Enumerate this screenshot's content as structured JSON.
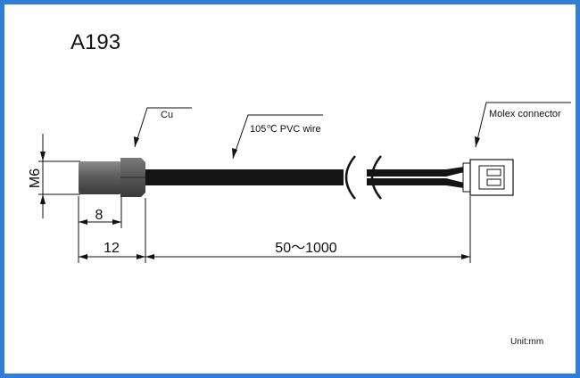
{
  "title": "A193",
  "labels": {
    "material": "Cu",
    "wire": "105℃ PVC wire",
    "connector": "Molex connector",
    "unit": "Unit:mm"
  },
  "dimensions": {
    "thread": "M6",
    "hex_length": "8",
    "probe_length": "12",
    "cable_length": "50～1000"
  },
  "colors": {
    "frame": "#2f7fd8",
    "probe": "#5a5a5a",
    "cable": "#141414",
    "line": "#111111"
  }
}
